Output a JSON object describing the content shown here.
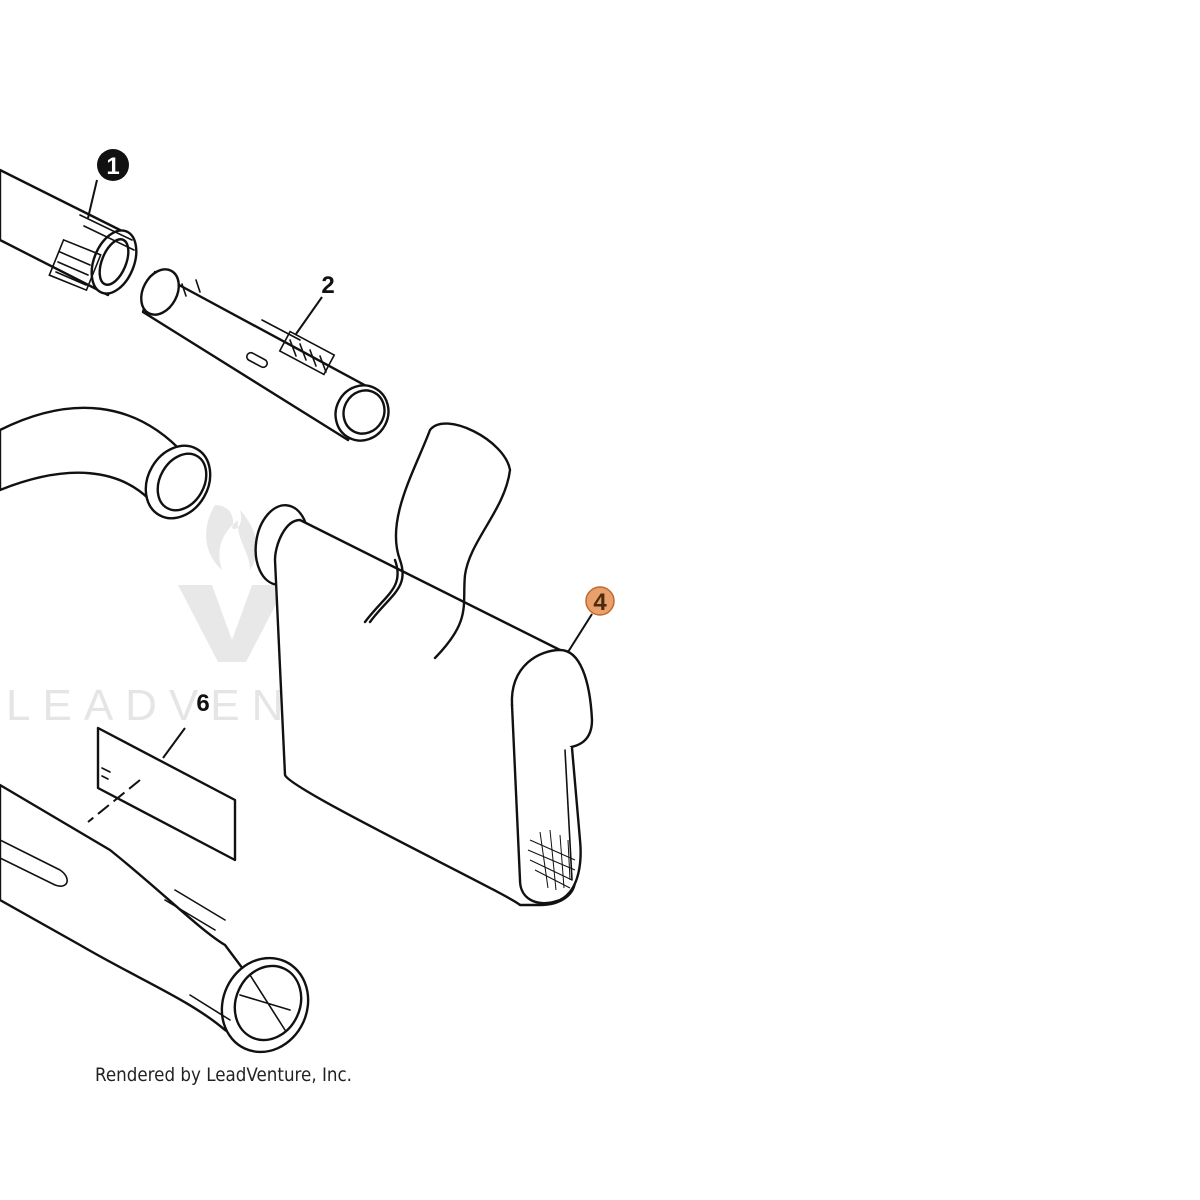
{
  "watermark": {
    "text": "LEADVENTURE"
  },
  "callouts": {
    "c1": {
      "label": "1",
      "style": "filled-black"
    },
    "c2": {
      "label": "2",
      "style": "plain"
    },
    "c4": {
      "label": "4",
      "style": "highlighted",
      "color": "#e9a06a"
    },
    "c6": {
      "label": "6",
      "style": "plain"
    }
  },
  "footer": {
    "credit": "Rendered by LeadVenture, Inc."
  },
  "colors": {
    "line": "#111111",
    "highlight": "#e9a06a",
    "watermark": "#e3e3e3"
  }
}
